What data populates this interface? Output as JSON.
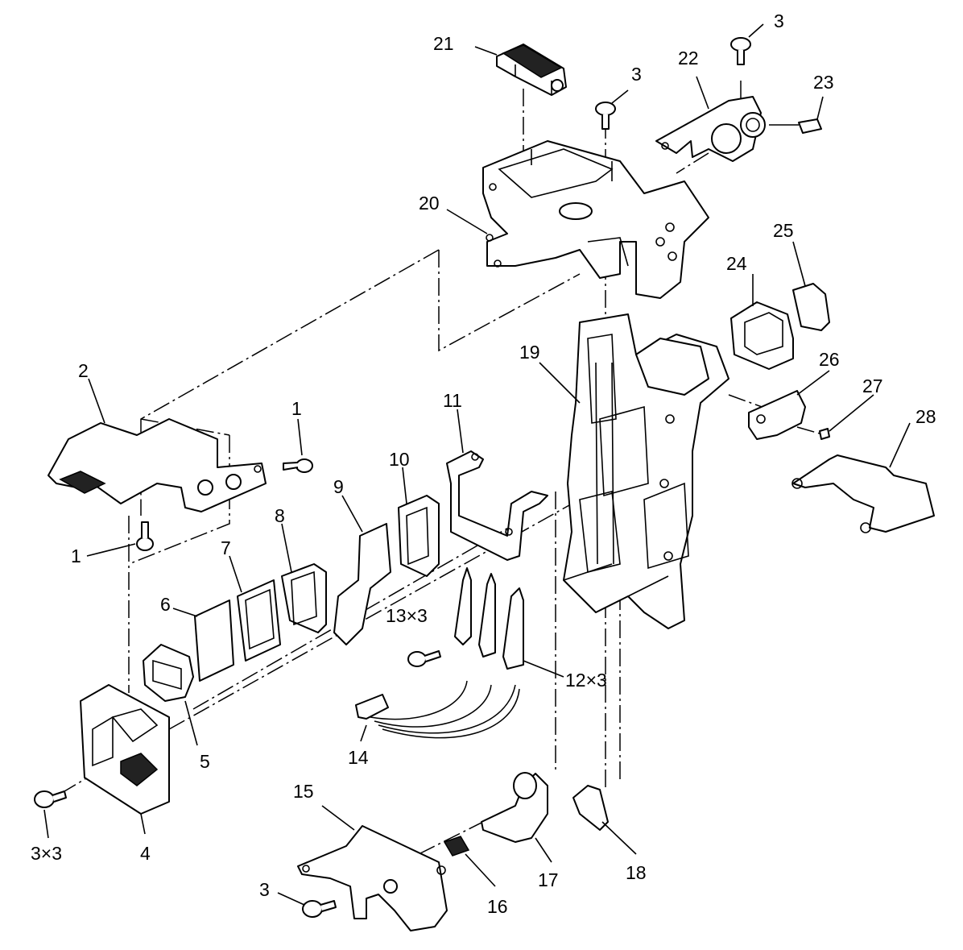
{
  "callouts": [
    {
      "id": "c1a",
      "text": "1"
    },
    {
      "id": "c1b",
      "text": "1"
    },
    {
      "id": "c2",
      "text": "2"
    },
    {
      "id": "c3a",
      "text": "3"
    },
    {
      "id": "c3b",
      "text": "3"
    },
    {
      "id": "c3c",
      "text": "3×3"
    },
    {
      "id": "c3d",
      "text": "3"
    },
    {
      "id": "c4",
      "text": "4"
    },
    {
      "id": "c5",
      "text": "5"
    },
    {
      "id": "c6",
      "text": "6"
    },
    {
      "id": "c7",
      "text": "7"
    },
    {
      "id": "c8",
      "text": "8"
    },
    {
      "id": "c9",
      "text": "9"
    },
    {
      "id": "c10",
      "text": "10"
    },
    {
      "id": "c11",
      "text": "11"
    },
    {
      "id": "c12",
      "text": "12×3"
    },
    {
      "id": "c13",
      "text": "13×3"
    },
    {
      "id": "c14",
      "text": "14"
    },
    {
      "id": "c15",
      "text": "15"
    },
    {
      "id": "c16",
      "text": "16"
    },
    {
      "id": "c17",
      "text": "17"
    },
    {
      "id": "c18",
      "text": "18"
    },
    {
      "id": "c19",
      "text": "19"
    },
    {
      "id": "c20",
      "text": "20"
    },
    {
      "id": "c21",
      "text": "21"
    },
    {
      "id": "c22",
      "text": "22"
    },
    {
      "id": "c23",
      "text": "23"
    },
    {
      "id": "c24",
      "text": "24"
    },
    {
      "id": "c25",
      "text": "25"
    },
    {
      "id": "c26",
      "text": "26"
    },
    {
      "id": "c27",
      "text": "27"
    },
    {
      "id": "c28",
      "text": "28"
    }
  ]
}
